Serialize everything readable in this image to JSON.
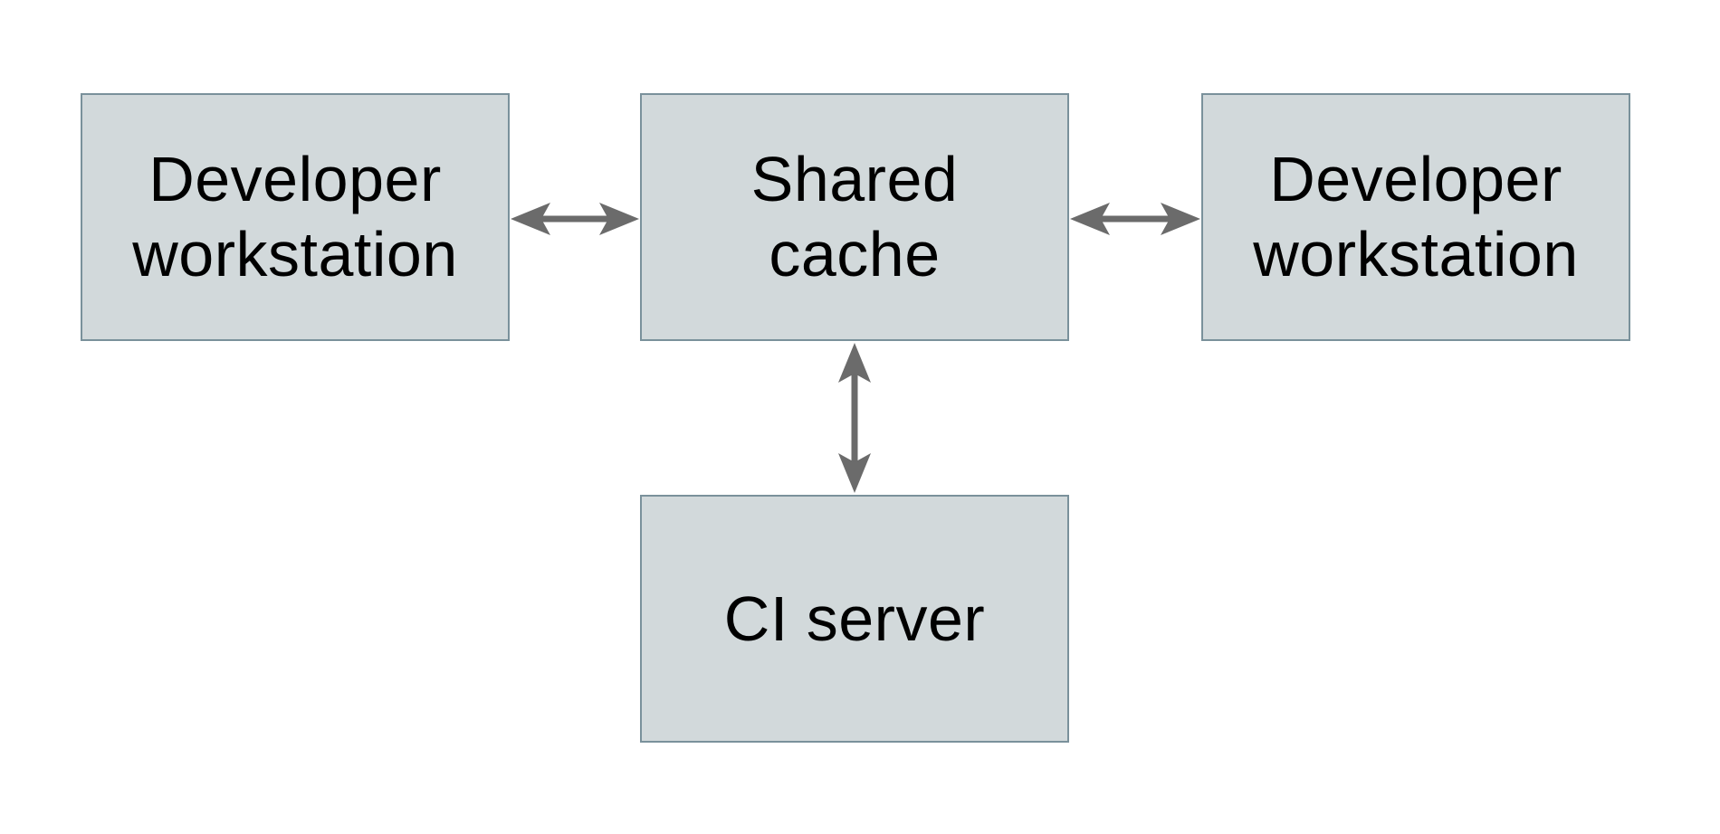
{
  "diagram": {
    "background": "#ffffff",
    "colors": {
      "node_fill": "#d2d9db",
      "node_border": "#7a919b",
      "arrow": "#6b6b6b",
      "text": "#000000"
    },
    "nodes": [
      {
        "id": "developer-workstation-left",
        "label": "Developer\nworkstation"
      },
      {
        "id": "shared-cache",
        "label": "Shared\ncache"
      },
      {
        "id": "developer-workstation-right",
        "label": "Developer\nworkstation"
      },
      {
        "id": "ci-server",
        "label": "CI server"
      }
    ],
    "edges": [
      {
        "from": "developer-workstation-left",
        "to": "shared-cache",
        "type": "bidirectional-arrow"
      },
      {
        "from": "shared-cache",
        "to": "developer-workstation-right",
        "type": "bidirectional-arrow"
      },
      {
        "from": "shared-cache",
        "to": "ci-server",
        "type": "bidirectional-arrow"
      }
    ]
  }
}
